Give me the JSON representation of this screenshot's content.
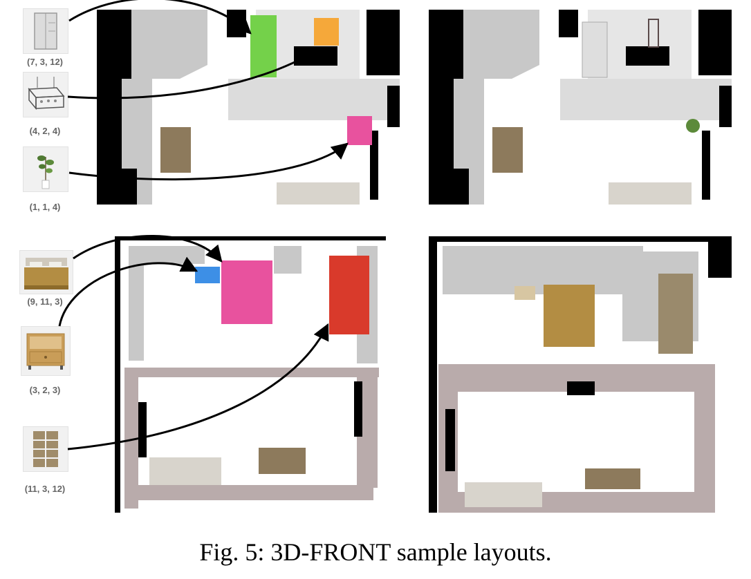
{
  "figure": {
    "caption": "Fig. 5: 3D-FRONT sample layouts."
  },
  "top_row": {
    "objects": [
      {
        "name": "wardrobe",
        "dims": "(7, 3, 12)",
        "marker_color": "#74d14a"
      },
      {
        "name": "pendant-lamp",
        "dims": "(4, 2, 4)",
        "marker_color": "#f5a83a"
      },
      {
        "name": "potted-plant",
        "dims": "(1, 1, 4)",
        "marker_color": "#e8529e"
      }
    ]
  },
  "bottom_row": {
    "objects": [
      {
        "name": "double-bed",
        "dims": "(9, 11, 3)",
        "marker_color": "#e8529e"
      },
      {
        "name": "nightstand",
        "dims": "(3, 2, 3)",
        "marker_color": "#3d8fe6"
      },
      {
        "name": "bookshelf",
        "dims": "(11, 3, 12)",
        "marker_color": "#d93a2b"
      }
    ]
  },
  "colors": {
    "wall": "#000000",
    "floor_gray": "#c8c8c8",
    "room_floor": "#ffffff",
    "trim_mauve": "#b9abab",
    "wood": "#8d7a5c",
    "sofa": "#d8d4cc"
  }
}
